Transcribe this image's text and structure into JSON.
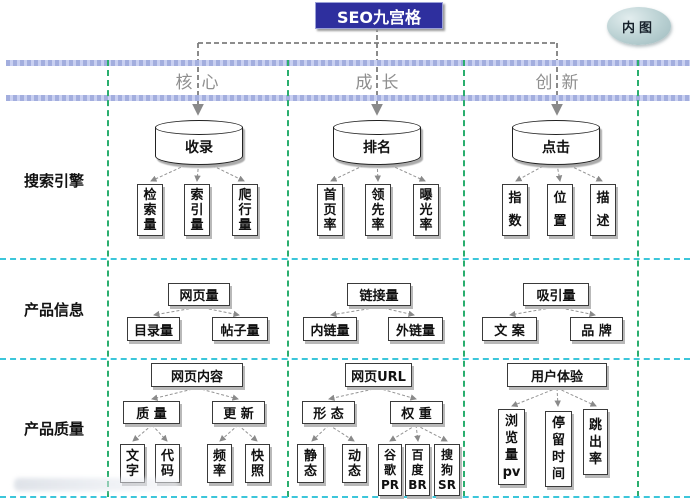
{
  "title": "SEO九宫格",
  "corner_badge": "内图",
  "columns": [
    "核心",
    "成长",
    "创新"
  ],
  "row_labels": [
    "搜索引擎",
    "产品信息",
    "产品质量"
  ],
  "search_engine": {
    "groups": [
      {
        "db": "收录",
        "items": [
          "检\n索\n量",
          "索\n引\n量",
          "爬\n行\n量"
        ]
      },
      {
        "db": "排名",
        "items": [
          "首\n页\n率",
          "领\n先\n率",
          "曝\n光\n率"
        ]
      },
      {
        "db": "点击",
        "items": [
          "指\n数",
          "位\n置",
          "描\n述"
        ]
      }
    ]
  },
  "product_info": {
    "groups": [
      {
        "parent": "网页量",
        "children": [
          "目录量",
          "帖子量"
        ]
      },
      {
        "parent": "链接量",
        "children": [
          "内链量",
          "外链量"
        ]
      },
      {
        "parent": "吸引量",
        "children": [
          "文 案",
          "品 牌"
        ]
      }
    ]
  },
  "product_quality": {
    "groups": [
      {
        "root": "网页内容",
        "mids": [
          "质 量",
          "更 新"
        ],
        "leaves": [
          "文\n字",
          "代\n码",
          "频\n率",
          "快\n照"
        ]
      },
      {
        "root": "网页URL",
        "mids": [
          "形 态",
          "权 重"
        ],
        "leaves": [
          "静\n态",
          "动\n态",
          "谷\n歌\nPR",
          "百\n度\nBR",
          "搜\n狗\nSR"
        ]
      },
      {
        "root": "用户体验",
        "leaves": [
          "浏\n览\n量\npv",
          "停\n留\n时\n间",
          "跳\n出\n率"
        ]
      }
    ]
  }
}
